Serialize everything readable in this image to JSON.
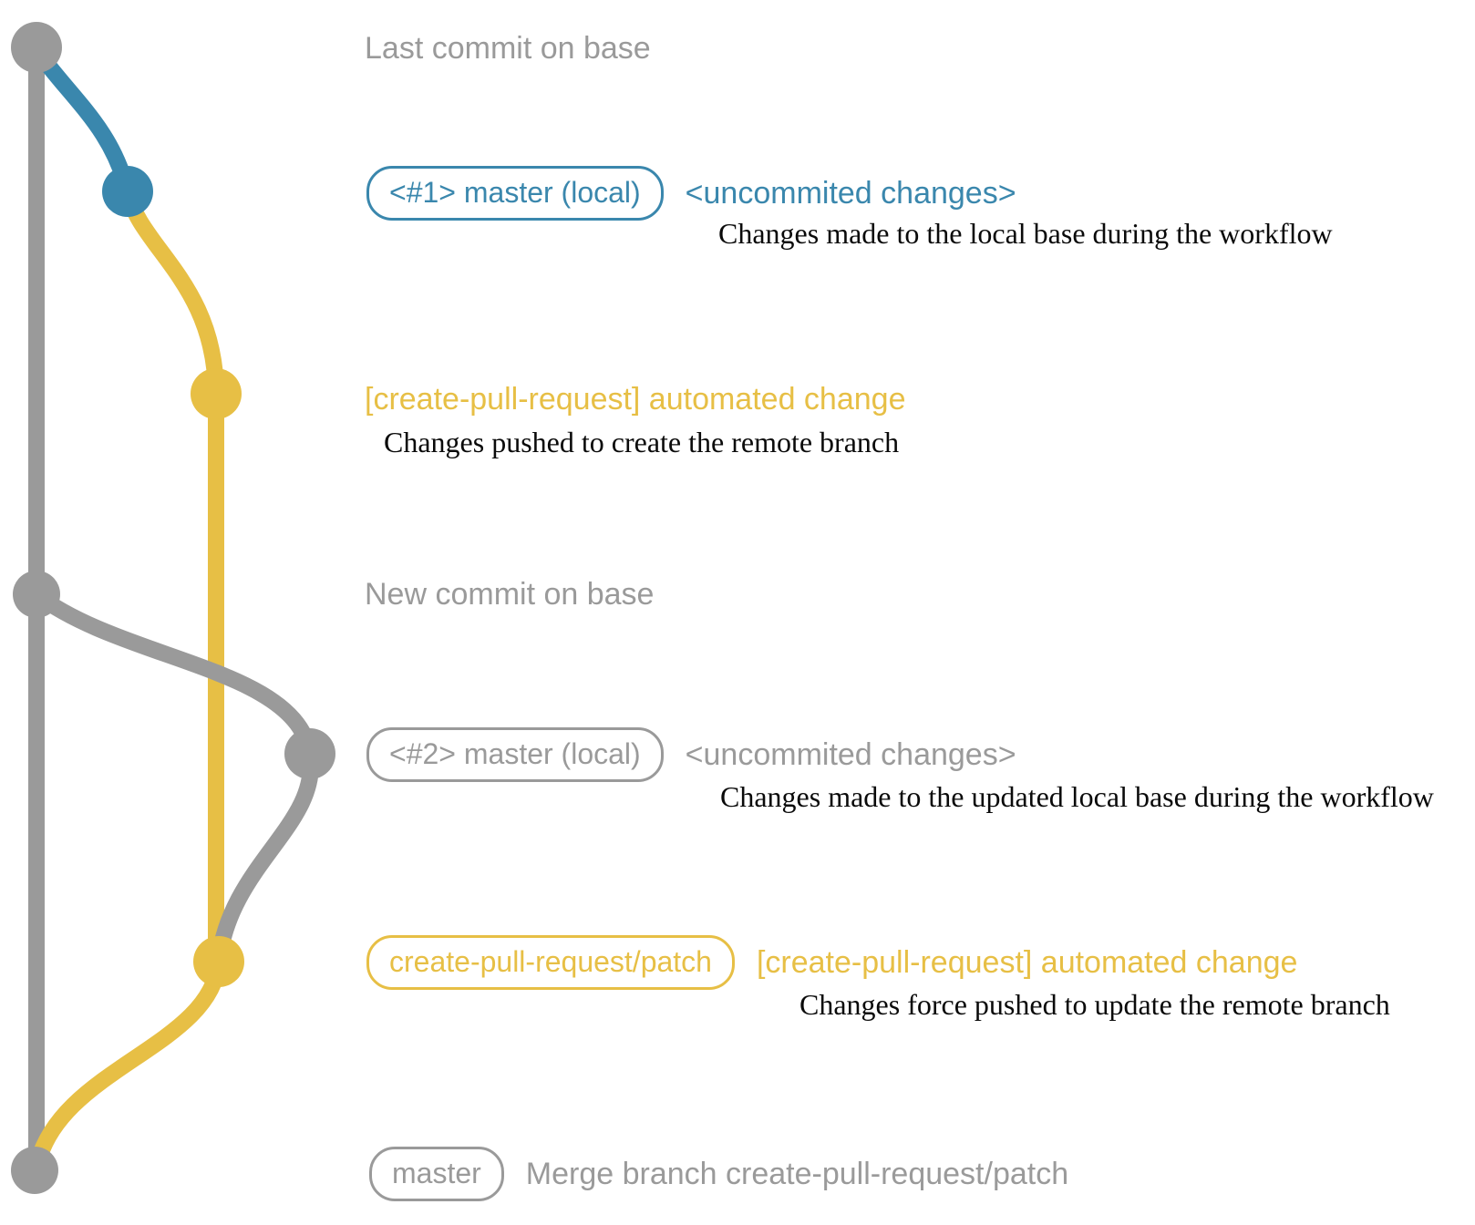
{
  "colors": {
    "gray": "#9a9a9a",
    "blue": "#3a87ad",
    "yellow": "#e7bf45",
    "description_text": "#0a0a0a"
  },
  "rows": {
    "last_commit": {
      "label": "Last commit on base"
    },
    "uncommitted_1": {
      "badge": "<#1> master (local)",
      "note": "<uncommited changes>",
      "desc": "Changes made to the local base during the workflow"
    },
    "automated_change_1": {
      "label": "[create-pull-request] automated change",
      "desc": "Changes pushed to create the remote branch"
    },
    "new_commit": {
      "label": "New commit on base"
    },
    "uncommitted_2": {
      "badge": "<#2> master (local)",
      "note": "<uncommited changes>",
      "desc": "Changes made to the updated local base during the workflow"
    },
    "automated_change_2": {
      "badge": "create-pull-request/patch",
      "note": "[create-pull-request] automated change",
      "desc": "Changes force pushed to update the remote branch"
    },
    "merge": {
      "badge": "master",
      "label": "Merge branch create-pull-request/patch"
    }
  }
}
